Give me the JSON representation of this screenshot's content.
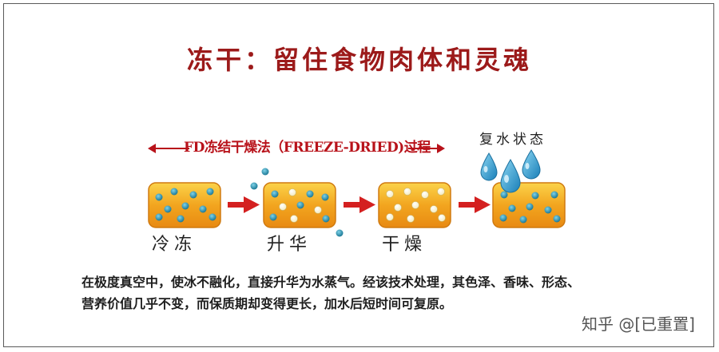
{
  "title": "冻干：留住食物肉体和灵魂",
  "process_header": "FD冻结干燥法（FREEZE-DRIED)过程",
  "stages": [
    "冷冻",
    "升华",
    "干燥"
  ],
  "rehydrate_label": "复水状态",
  "description": [
    "在极度真空中，使冰不融化，直接升华为水蒸气。经该技术处理，其色泽、香味、形态、",
    "营养价值几乎不变，而保质期却变得更长，加水后短时间可复原。"
  ],
  "watermark": "知乎 @[已重置]",
  "colors": {
    "title": "#9c1a1a",
    "header": "#b8121a",
    "box": "#f0a21e",
    "arrow": "#d42020",
    "ice": "#1f8fb0",
    "water": "#2aa6d8"
  }
}
